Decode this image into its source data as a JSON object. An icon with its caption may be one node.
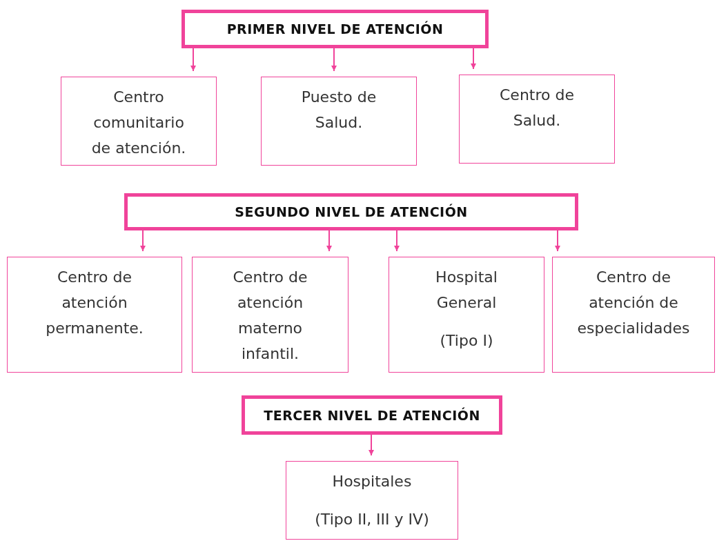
{
  "diagram": {
    "nodes": [
      {
        "text": [
          "PRIMER NIVEL DE ATENCIÓN"
        ]
      },
      {
        "text": [
          "Centro comunitario de atención."
        ]
      },
      {
        "text": [
          "Puesto de Salud."
        ]
      },
      {
        "text": [
          "Centro de Salud."
        ]
      },
      {
        "text": [
          "SEGUNDO NIVEL DE ATENCIÓN"
        ]
      },
      {
        "text": [
          "Centro de atención permanente."
        ]
      },
      {
        "text": [
          "Centro de atención materno infantil."
        ]
      },
      {
        "text": [
          "Hospital General",
          "(Tipo I)"
        ]
      },
      {
        "text": [
          "Centro de atención de especialidades"
        ]
      },
      {
        "text": [
          "TERCER NIVEL DE ATENCIÓN"
        ]
      },
      {
        "text": [
          "Hospitales",
          "(Tipo II, III y IV)"
        ]
      }
    ],
    "edges": [
      {
        "from": 0,
        "to": 1,
        "arrow": "to"
      },
      {
        "from": 0,
        "to": 2,
        "arrow": "to"
      },
      {
        "from": 0,
        "to": 3,
        "arrow": "to"
      },
      {
        "from": 4,
        "to": 5,
        "arrow": "to"
      },
      {
        "from": 4,
        "to": 6,
        "arrow": "to"
      },
      {
        "from": 4,
        "to": 7,
        "arrow": "to"
      },
      {
        "from": 4,
        "to": 8,
        "arrow": "to"
      },
      {
        "from": 9,
        "to": 10,
        "arrow": "to"
      }
    ]
  }
}
